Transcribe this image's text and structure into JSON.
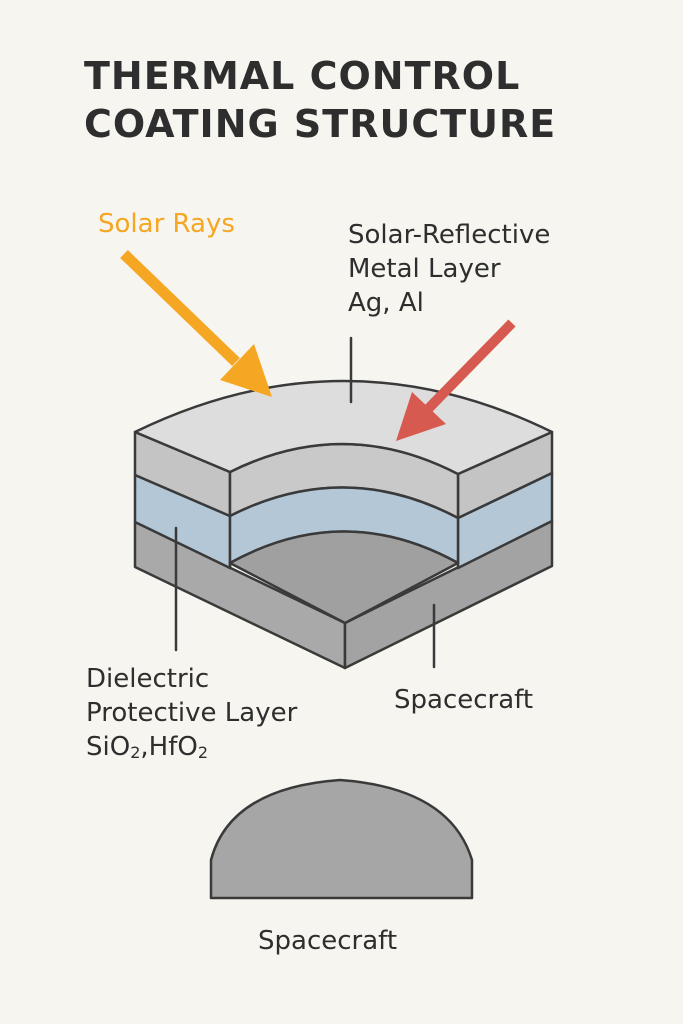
{
  "title": {
    "line1": "THERMAL CONTROL",
    "line2": "COATING STRUCTURE"
  },
  "labels": {
    "solar_rays": "Solar Rays",
    "metal_layer": {
      "line1": "Solar-Reflective",
      "line2": "Metal Layer",
      "line3": "Ag, Al"
    },
    "dielectric": {
      "line1": "Dielectric",
      "line2": "Protective Layer",
      "formula1_base": "SiO",
      "formula1_sub": "2",
      "separator": ",",
      "formula2_base": "HfO",
      "formula2_sub": "2"
    },
    "spacecraft_1": "Spacecraft",
    "spacecraft_2": "Spacecraft"
  },
  "colors": {
    "background": "#f7f5f0",
    "solar_arrow": "#f5a623",
    "reflect_arrow": "#d65a4f",
    "top_surface": "#dddddd",
    "metal_layer": "#c4c4c4",
    "dielectric_layer": "#b3c7d6",
    "substrate": "#a9a9a9",
    "dome": "#a6a6a6",
    "outline": "#3a3a3a"
  }
}
